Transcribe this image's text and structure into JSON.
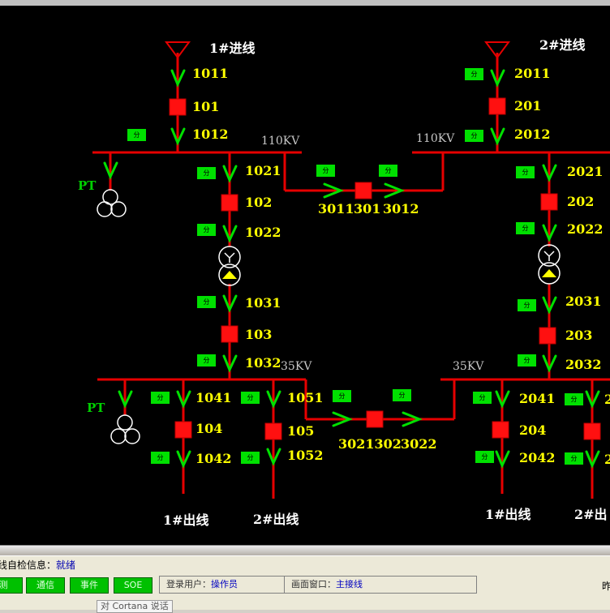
{
  "badge_text": "分",
  "lines": {
    "in1": "1#进线",
    "in2": "2#进线",
    "out1": "1#出线",
    "out2": "2#出线",
    "out1_right": "1#出线",
    "out2_right": "2#出"
  },
  "bus": {
    "hv_left": "110KV",
    "hv_right": "110KV",
    "lv_left": "35KV",
    "lv_right": "35KV"
  },
  "pt": {
    "upper": "PT",
    "lower": "PT"
  },
  "devices": {
    "d1011": "1011",
    "d101": "101",
    "d1012": "1012",
    "d2011": "2011",
    "d201": "201",
    "d2012": "2012",
    "d1021": "1021",
    "d102": "102",
    "d1022": "1022",
    "d2021": "2021",
    "d202": "202",
    "d2022": "2022",
    "d1031": "1031",
    "d103": "103",
    "d1032": "1032",
    "d2031": "2031",
    "d203": "203",
    "d2032": "2032",
    "d3011": "3011",
    "d301": "301",
    "d3012": "3012",
    "d1041": "1041",
    "d104": "104",
    "d1042": "1042",
    "d1051": "1051",
    "d105": "105",
    "d1052": "1052",
    "d3021302": "3021302",
    "d3022": "3022",
    "d2041": "2041",
    "d204": "204",
    "d2042": "2042",
    "r_top": "2",
    "r_bottom": "2"
  },
  "status": {
    "label": "线自检信息：",
    "value": "就绪"
  },
  "buttons": [
    "测",
    "通信",
    "事件",
    "SOE"
  ],
  "fields": {
    "user_label": "登录用户：",
    "user_value": "操作员",
    "window_label": "画面窗口：",
    "window_value": "主接线"
  },
  "edge_char": "昨",
  "tooltip": "对 Cortana 说话",
  "colors": {
    "line": "#e60000",
    "breaker": "#ff1010",
    "switch": "#00e000",
    "badge": "#00e000",
    "label": "#ffff00"
  }
}
